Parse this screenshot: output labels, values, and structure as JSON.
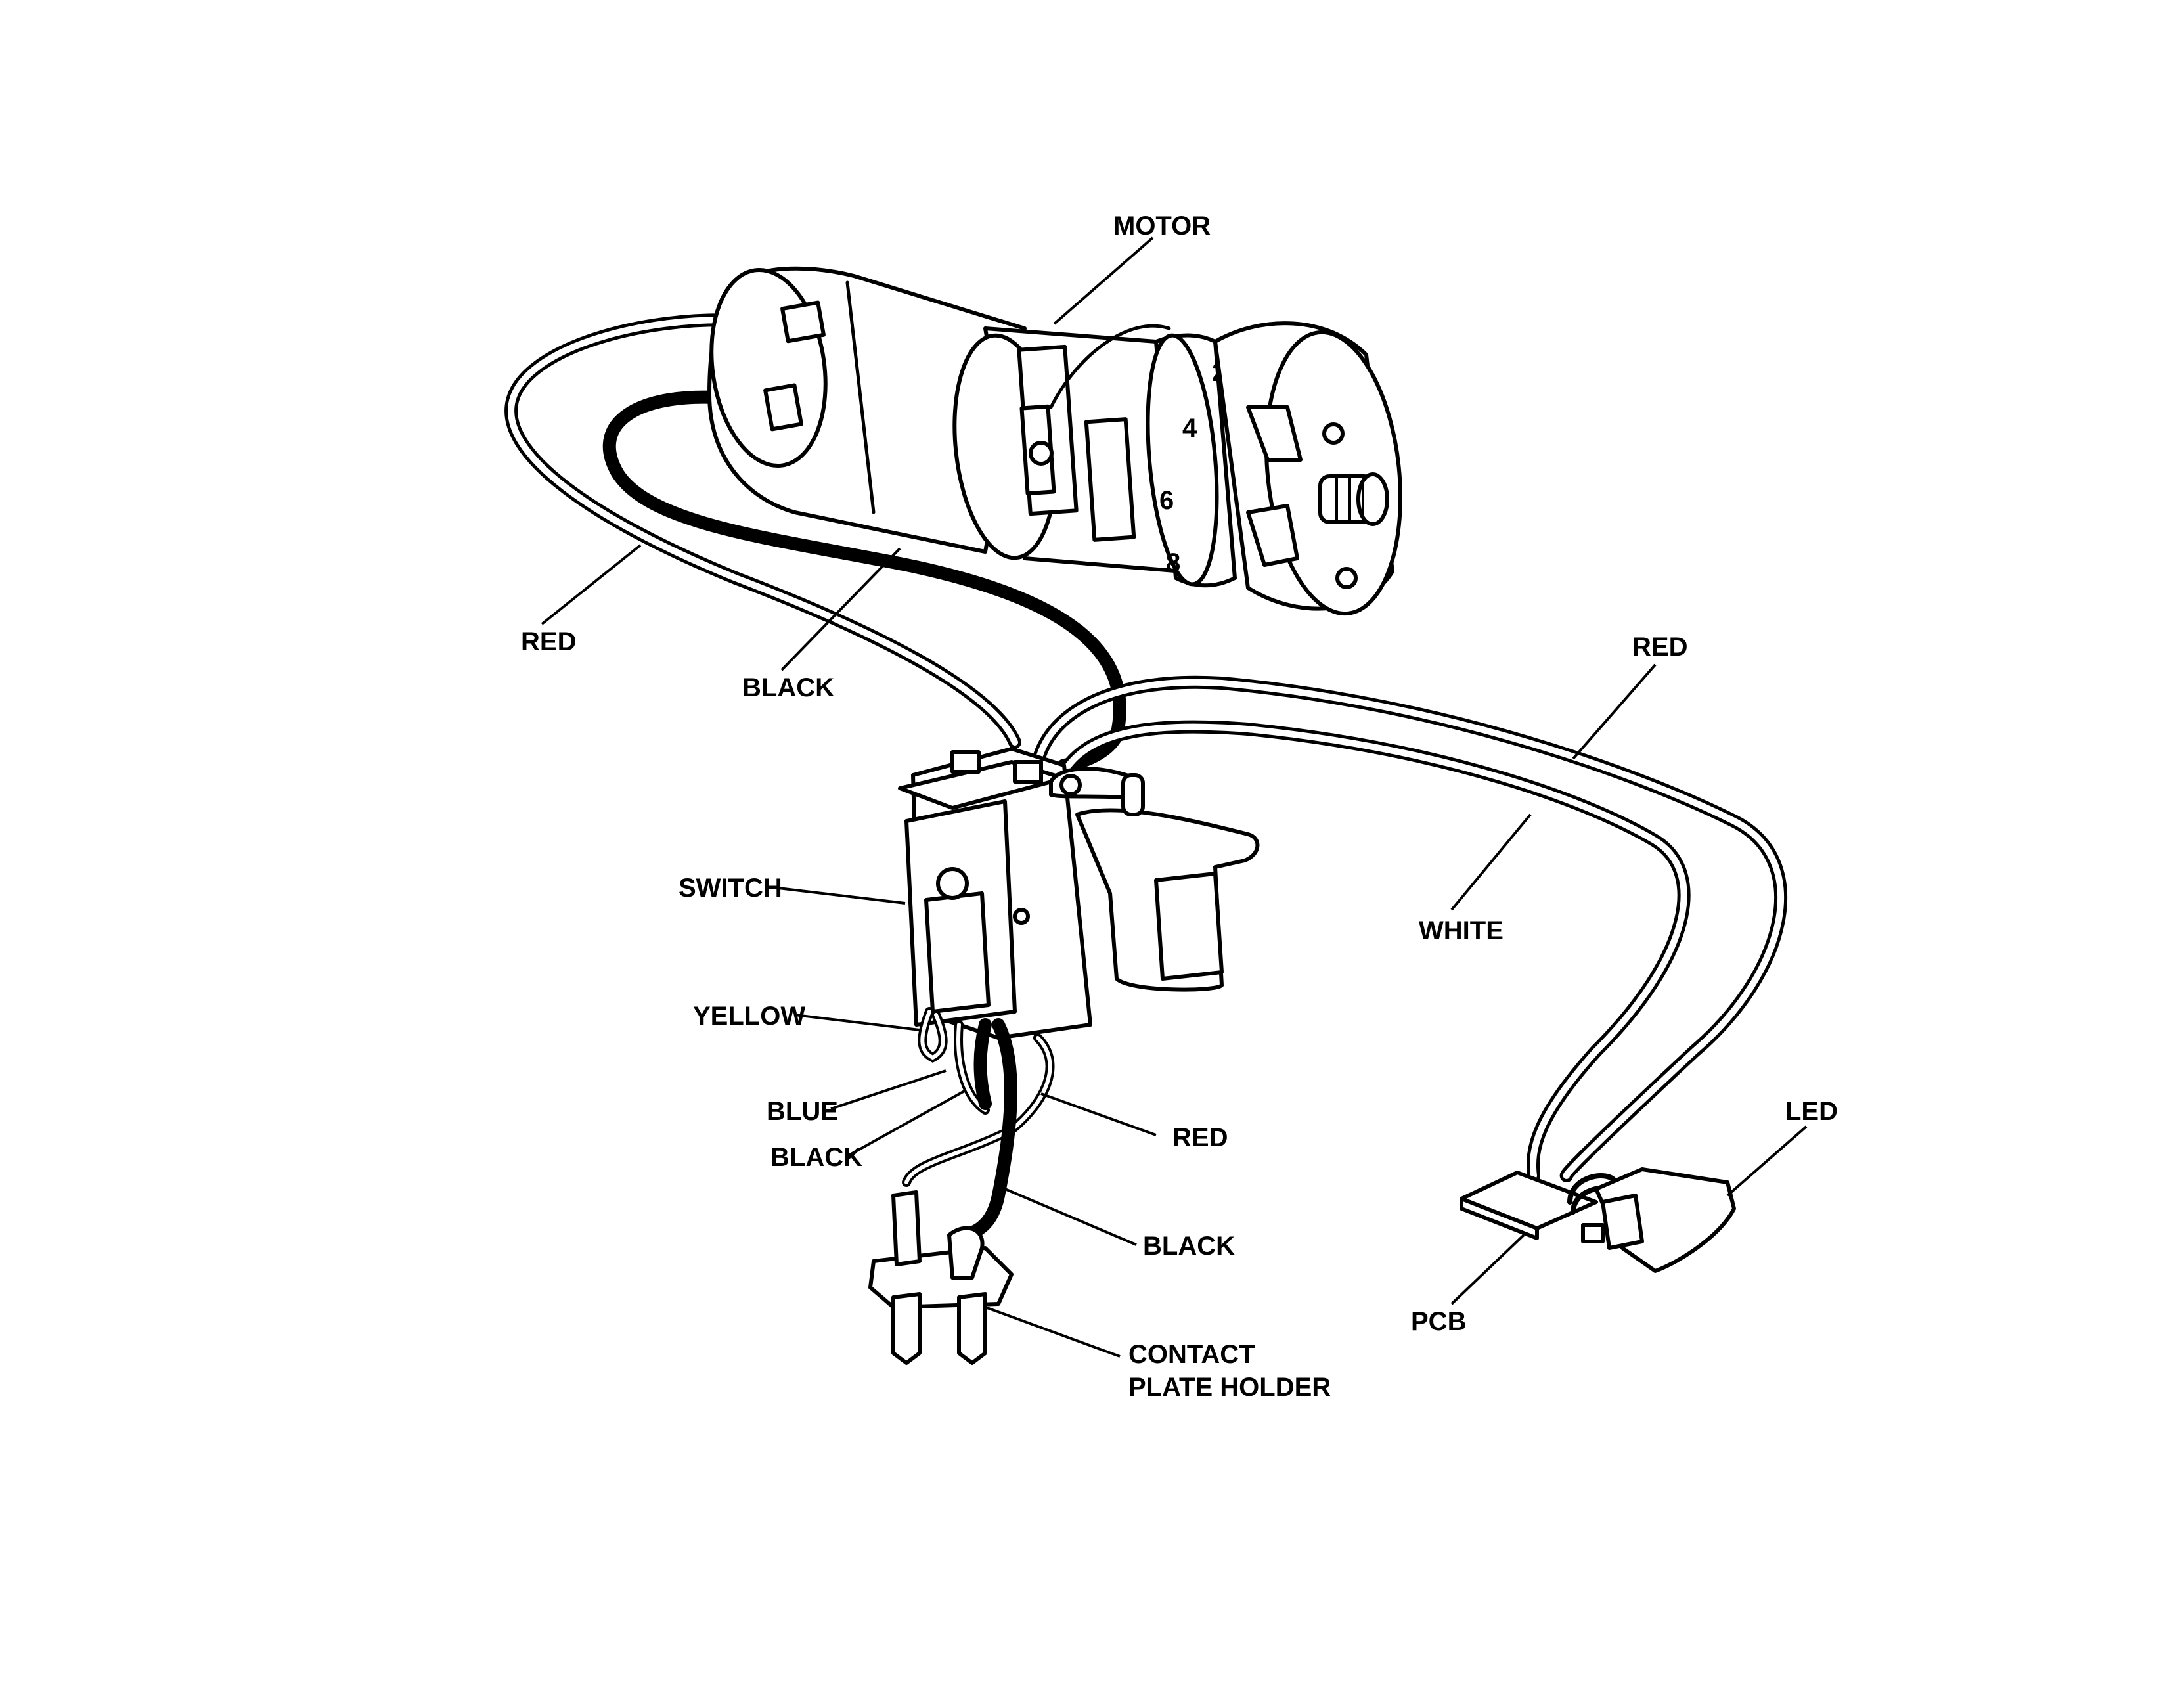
{
  "labels": {
    "motor": "MOTOR",
    "red_left": "RED",
    "black_top": "BLACK",
    "red_right": "RED",
    "white": "WHITE",
    "switch": "SWITCH",
    "yellow": "YELLOW",
    "blue": "BLUE",
    "black_mid": "BLACK",
    "red_bottom": "RED",
    "black_bottom": "BLACK",
    "contact_line1": "CONTACT",
    "contact_line2": "PLATE HOLDER",
    "led": "LED",
    "pcb": "PCB"
  },
  "dial_numbers": [
    "2",
    "4",
    "6",
    "8"
  ]
}
